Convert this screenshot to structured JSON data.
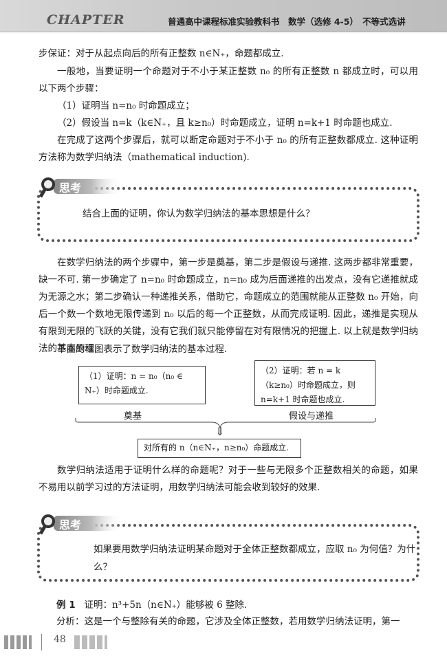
{
  "header": {
    "chapter": "CHAPTER",
    "book_title": "普通高中课程标准实验教科书　数学（选修 4-5）　不等式选讲"
  },
  "paragraphs": {
    "p1": "步保证：对于从起点向后的所有正整数 n∈N₊，命题都成立.",
    "p2": "一般地，当要证明一个命题对于不小于某正整数 n₀ 的所有正整数 n 都成立时，可以用以下两个步骤：",
    "p3": "（1）证明当 n=n₀ 时命题成立；",
    "p4": "（2）假设当 n=k（k∈N₊，且 k≥n₀）时命题成立，证明 n=k+1 时命题也成立.",
    "p5": "在完成了这两个步骤后，就可以断定命题对于不小于 n₀ 的所有正整数都成立. 这种证明方法称为数学归纳法（mathematical induction).",
    "p6": "在数学归纳法的两个步骤中，第一步是奠基，第二步是假设与递推. 这两步都非常重要，缺一不可. 第一步确定了 n=n₀ 时命题成立，n=n₀ 成为后面递推的出发点，没有它递推就成为无源之水；第二步确认一种递推关系，借助它，命题成立的范围就能从正整数 n₀ 开始，向后一个数一个数地无限传递到 n₀ 以后的每一个正整数，从而完成证明. 因此，递推是实现从有限到无限的飞跃的关键，没有它我们就只能停留在对有限情况的把握上. 以上就是数学归纳法的基本原理.",
    "p7": "下面的框图表示了数学归纳法的基本过程.",
    "p8": "数学归纳法适用于证明什么样的命题呢？对于一些与无限多个正整数相关的命题，如果不易用以前学习过的方法证明，用数学归纳法可能会收到较好的效果.",
    "example_label": "例 1",
    "example_text": "证明：n³+5n（n∈N₊）能够被 6 整除.",
    "analysis": "分析：这是一个与整除有关的命题，它涉及全体正整数，若用数学归纳法证明，第一"
  },
  "think1": {
    "label": "思考",
    "text": "结合上面的证明，你认为数学归纳法的基本思想是什么？"
  },
  "think2": {
    "label": "思考",
    "text": "如果要用数学归纳法证明某命题对于全体正整数都成立，应取 n₀ 为何值？为什么？"
  },
  "flow": {
    "box1": "（1）证明：n = n₀（n₀ ∈ N₊）时命题成立.",
    "box2": "（2）证明：若 n = k（k≥n₀）时命题成立，则 n=k+1 时命题也成立.",
    "label_left": "奠基",
    "label_right": "假设与递推",
    "arrow": "⇓",
    "box3": "对所有的 n（n∈N₊，n≥n₀）命题成立."
  },
  "footer": {
    "page_number": "48"
  }
}
